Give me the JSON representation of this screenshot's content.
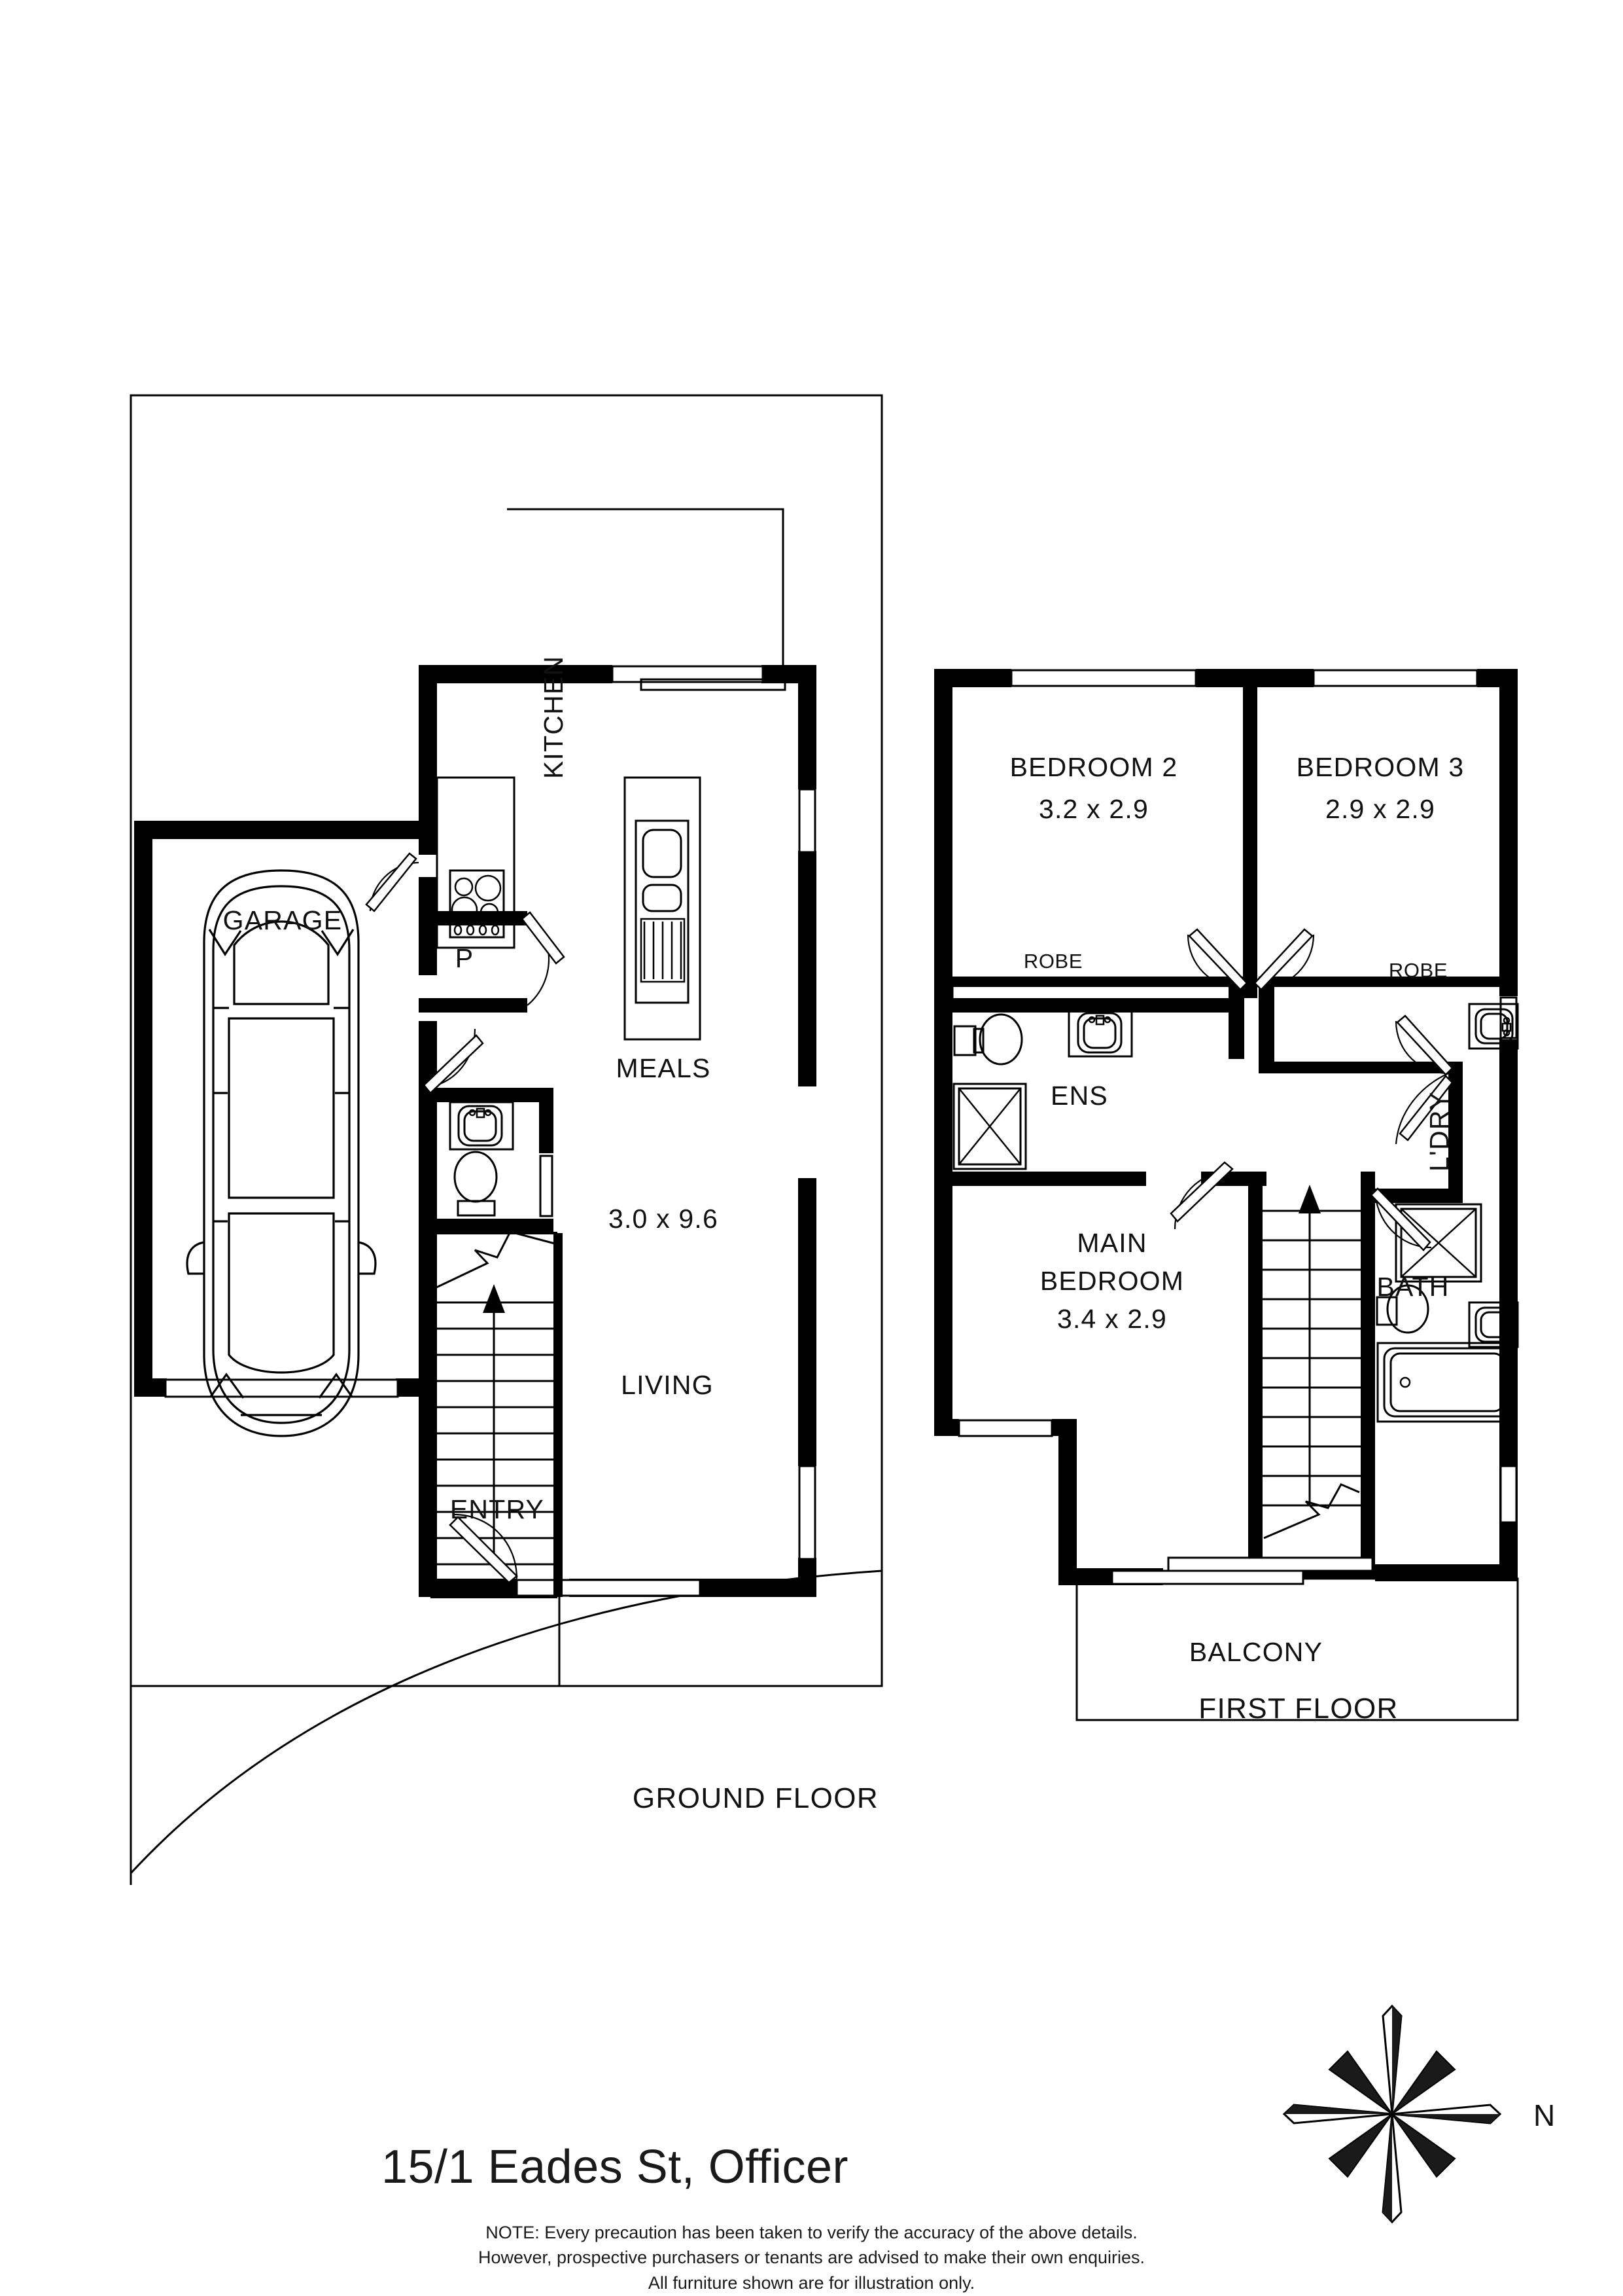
{
  "document": {
    "title": "15/1 Eades St, Officer",
    "disclaimer_lines": [
      "NOTE: Every precaution has been taken to verify the accuracy of the above details.",
      "However, prospective purchasers or tenants are advised to make their own enquiries.",
      "All furniture shown are for illustration only."
    ],
    "compass_label": "N",
    "ink_color": "#111111",
    "wall_color": "#000000",
    "paper_color": "#ffffff"
  },
  "floors": [
    {
      "id": "ground",
      "caption": "GROUND FLOOR",
      "rooms": [
        {
          "name": "GARAGE",
          "label": "GARAGE",
          "dimensions": ""
        },
        {
          "name": "KITCHEN",
          "label": "KITCHEN",
          "dimensions": ""
        },
        {
          "name": "PANTRY",
          "label": "P",
          "dimensions": ""
        },
        {
          "name": "MEALS",
          "label": "MEALS",
          "dimensions": "3.0 x 9.6"
        },
        {
          "name": "LIVING",
          "label": "LIVING",
          "dimensions": ""
        },
        {
          "name": "ENTRY",
          "label": "ENTRY",
          "dimensions": ""
        }
      ],
      "fixtures": [
        "car",
        "cooktop",
        "kitchen-sink",
        "powder-toilet",
        "powder-basin",
        "staircase-up"
      ]
    },
    {
      "id": "first",
      "caption": "FIRST FLOOR",
      "rooms": [
        {
          "name": "BEDROOM 2",
          "label": "BEDROOM 2",
          "dimensions": "3.2 x 2.9"
        },
        {
          "name": "BEDROOM 3",
          "label": "BEDROOM 3",
          "dimensions": "2.9 x 2.9"
        },
        {
          "name": "MAIN BEDROOM",
          "label": "MAIN",
          "label2": "BEDROOM",
          "dimensions": "3.4 x 2.9"
        },
        {
          "name": "ROBE 2",
          "label": "ROBE",
          "dimensions": ""
        },
        {
          "name": "ROBE 3",
          "label": "ROBE",
          "dimensions": ""
        },
        {
          "name": "ENSUITE",
          "label": "ENS",
          "dimensions": ""
        },
        {
          "name": "BATHROOM",
          "label": "BATH",
          "dimensions": ""
        },
        {
          "name": "LAUNDRY",
          "label": "L'DRY",
          "dimensions": ""
        },
        {
          "name": "BALCONY",
          "label": "BALCONY",
          "dimensions": ""
        }
      ],
      "fixtures": [
        "ens-toilet",
        "ens-basin",
        "ens-shower",
        "bath-tub",
        "bath-toilet",
        "bath-basin",
        "bath-shower",
        "laundry-basin",
        "staircase-up"
      ]
    }
  ]
}
